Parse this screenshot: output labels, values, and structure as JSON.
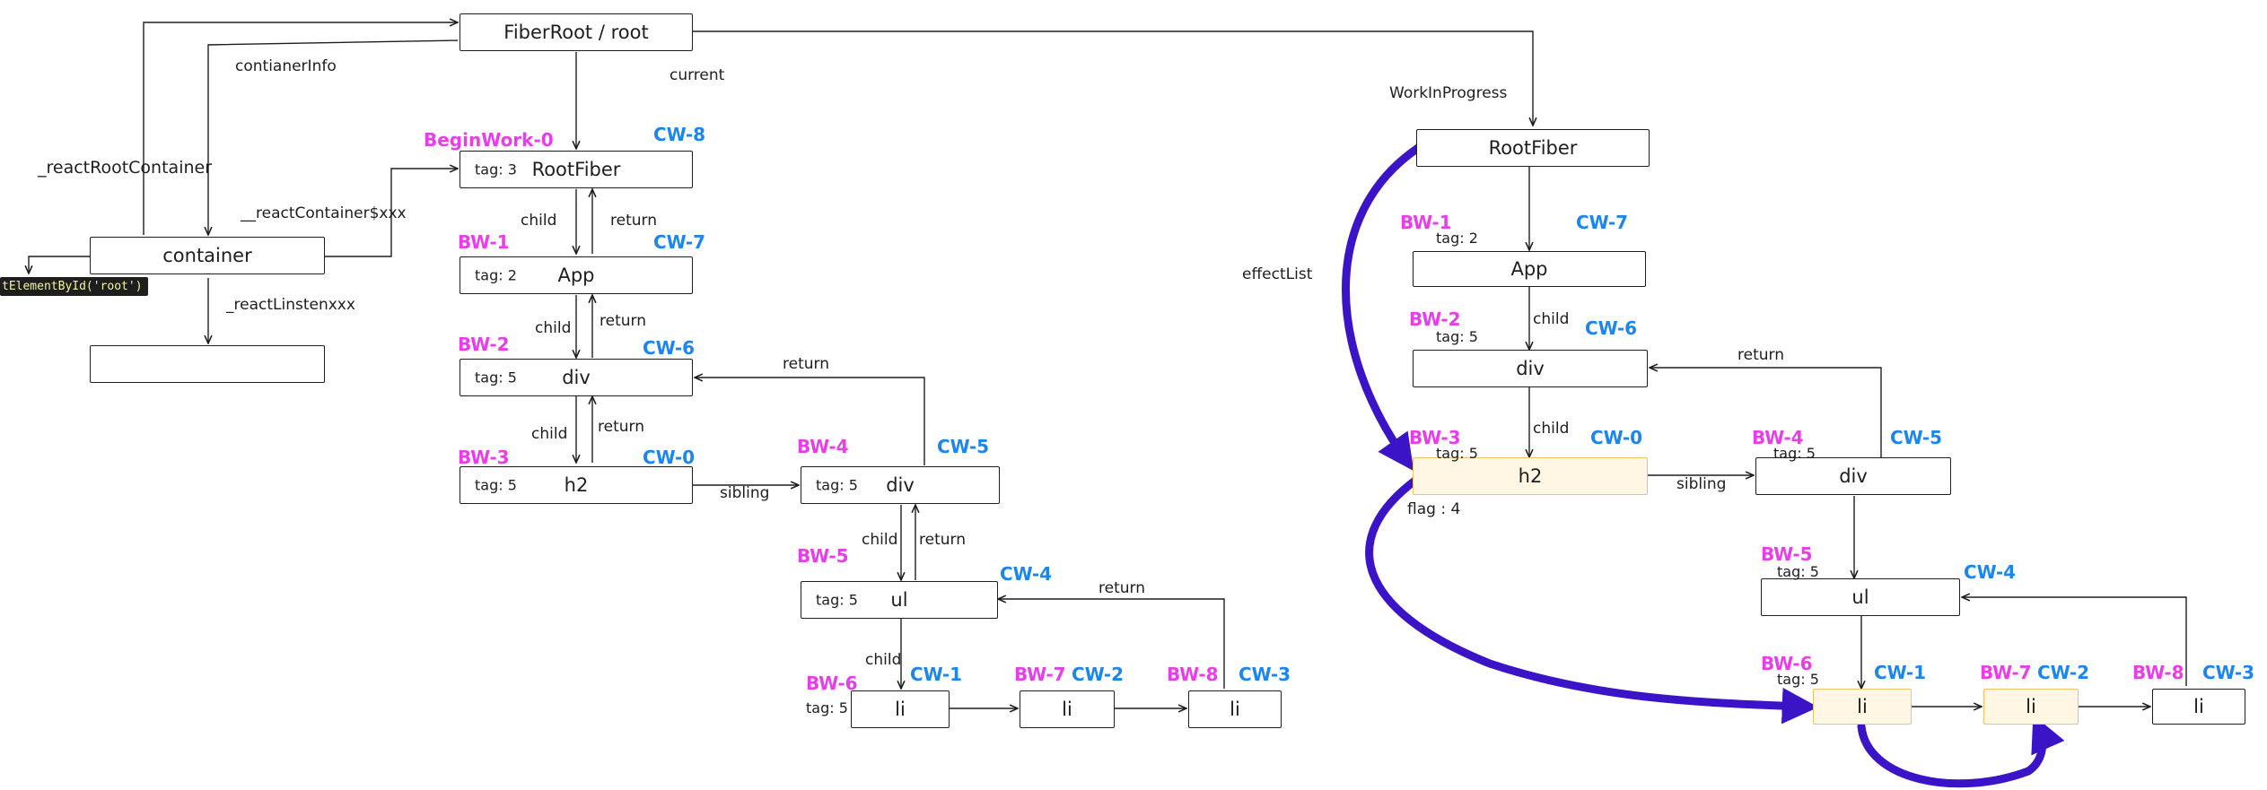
{
  "nodes": {
    "fiberroot": "FiberRoot / root",
    "rootfiber_left": "RootFiber",
    "app_left": "App",
    "div_left": "div",
    "h2_left": "h2",
    "div2_left": "div",
    "ul_left": "ul",
    "li1_left": "li",
    "li2_left": "li",
    "li3_left": "li",
    "container": "container",
    "empty_box": "",
    "rootfiber_right": "RootFiber",
    "app_right": "App",
    "div_right": "div",
    "h2_right": "h2",
    "div2_right": "div",
    "ul_right": "ul",
    "li1_right": "li",
    "li2_right": "li",
    "li3_right": "li"
  },
  "tags": {
    "rootfiber": "tag: 3",
    "app": "tag: 2",
    "div": "tag: 5",
    "h2": "tag: 5",
    "div2": "tag: 5",
    "ul": "tag: 5",
    "li": "tag: 5"
  },
  "edge_labels": {
    "container_info": "contianerInfo",
    "current": "current",
    "react_root_container": "_reactRootContainer",
    "react_container_fxxx": "__reactContainer$xxx",
    "react_listen": "_reactLinstenxxx",
    "child": "child",
    "return": "return",
    "sibling": "sibling",
    "work_in_progress": "WorkInProgress",
    "effect_list": "effectList",
    "flag": "flag : 4"
  },
  "code_snippet": "tElementById('root')",
  "begin_work": {
    "bw0": "BeginWork-0",
    "bw1": "BW-1",
    "bw2": "BW-2",
    "bw3": "BW-3",
    "bw4": "BW-4",
    "bw5": "BW-5",
    "bw6": "BW-6",
    "bw7": "BW-7",
    "bw8": "BW-8"
  },
  "complete_work": {
    "cw0": "CW-0",
    "cw1": "CW-1",
    "cw2": "CW-2",
    "cw3": "CW-3",
    "cw4": "CW-4",
    "cw5": "CW-5",
    "cw6": "CW-6",
    "cw7": "CW-7",
    "cw8": "CW-8"
  },
  "colors": {
    "begin_work": "#e83ee8",
    "complete_work": "#1c86ee",
    "effect_arrow": "#3b14c8",
    "highlight_fill": "#fff7e3",
    "highlight_stroke": "#f2c066"
  }
}
